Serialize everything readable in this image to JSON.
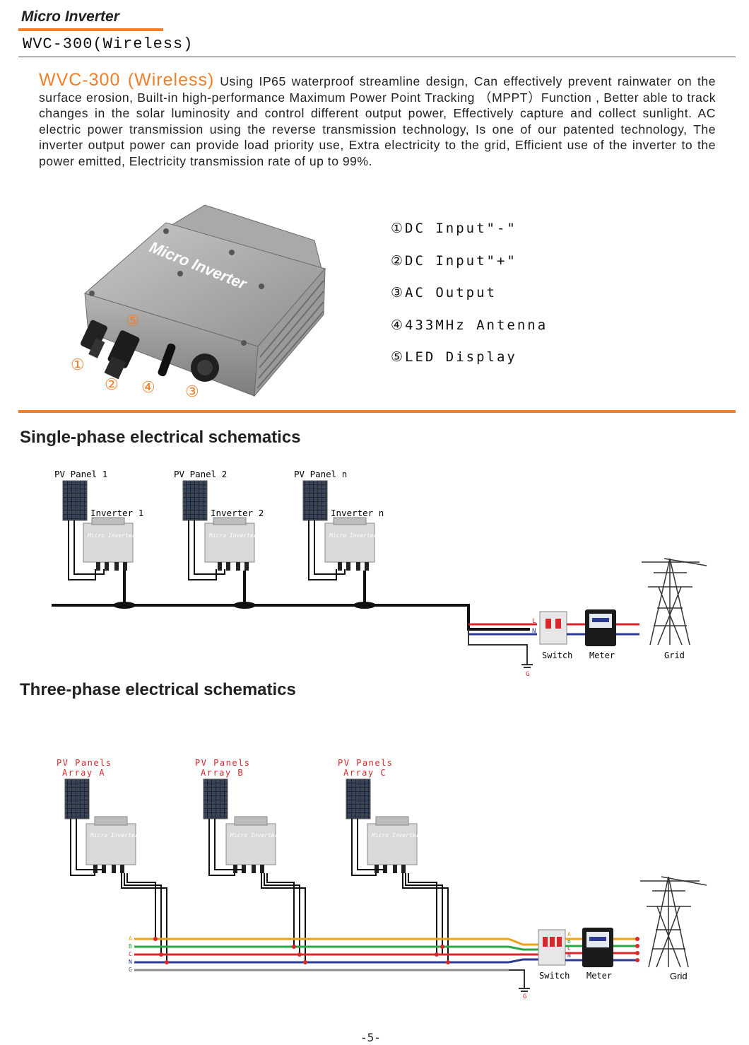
{
  "header": {
    "category": "Micro Inverter",
    "model": "WVC-300(Wireless)"
  },
  "intro": {
    "lead": "WVC-300 (Wireless)",
    "body": "Using IP65 waterproof streamline design, Can effectively prevent rainwater on the surface erosion, Built-in high-performance Maximum Power Point Tracking （MPPT）Function , Better able to track changes in the solar luminosity and control different output power, Effectively capture and collect sunlight. AC electric power transmission using the reverse transmission technology, Is one of our patented technology, The inverter output power can provide load priority use, Extra electricity to the grid, Efficient use of the inverter to the power emitted, Electricity transmission rate of up to 99%."
  },
  "product": {
    "label": "Micro Inverter",
    "callouts": [
      "①",
      "②",
      "③",
      "④",
      "⑤"
    ]
  },
  "features": [
    "①DC Input\"-\"",
    "②DC Input\"+\"",
    "③AC Output",
    "④433MHz Antenna",
    "⑤LED Display"
  ],
  "single_phase": {
    "title": "Single-phase electrical schematics",
    "panels": [
      "PV Panel 1",
      "PV Panel  2",
      "PV Panel  n"
    ],
    "inverters": [
      "Inverter 1",
      "Inverter 2",
      "Inverter n"
    ],
    "inverter_label": "Micro Inverter",
    "lines": [
      "L",
      "N",
      "G"
    ],
    "switch": "Switch",
    "meter": "Meter",
    "grid": "Grid"
  },
  "three_phase": {
    "title": "Three-phase electrical schematics",
    "arrays": [
      [
        "PV Panels",
        "Array A"
      ],
      [
        "PV Panels",
        "Array B"
      ],
      [
        "PV Panels",
        "Array C"
      ]
    ],
    "inverter_label": "Micro Inverter",
    "lines_left": [
      "A",
      "B",
      "C",
      "N",
      "G"
    ],
    "lines_right": [
      "A",
      "B",
      "C",
      "N"
    ],
    "ground": "G",
    "switch": "Switch",
    "meter": "Meter",
    "grid": "Grid"
  },
  "colors": {
    "accent": "#f07f2a",
    "line_a": "#e8a31a",
    "line_b": "#2aa845",
    "line_c": "#d9262b",
    "line_n": "#2c3a92",
    "line_g": "#8a8a8a"
  },
  "page": "-5-"
}
